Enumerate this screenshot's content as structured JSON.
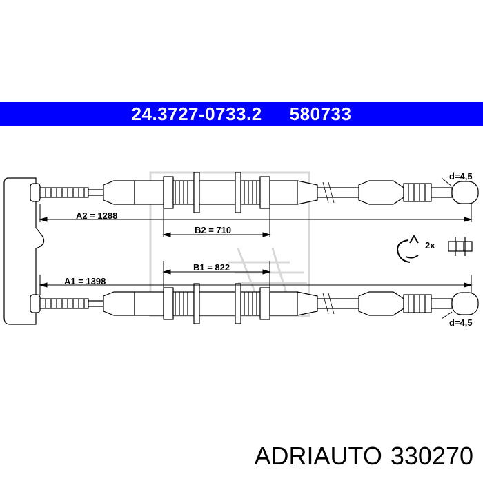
{
  "header": {
    "part_number": "24.3727-0733.2",
    "alt_number": "580733",
    "background": "#0000ff",
    "text_color": "#ffffff"
  },
  "dimensions": {
    "a2": "A2 = 1288",
    "b2": "B2 = 710",
    "b1": "B1 = 822",
    "a1": "A1 = 1398",
    "d_top": "d=4,5",
    "d_bottom": "d=4,5",
    "clip_qty": "2x"
  },
  "footer": {
    "brand": "ADRIAUTO",
    "code": "330270"
  }
}
